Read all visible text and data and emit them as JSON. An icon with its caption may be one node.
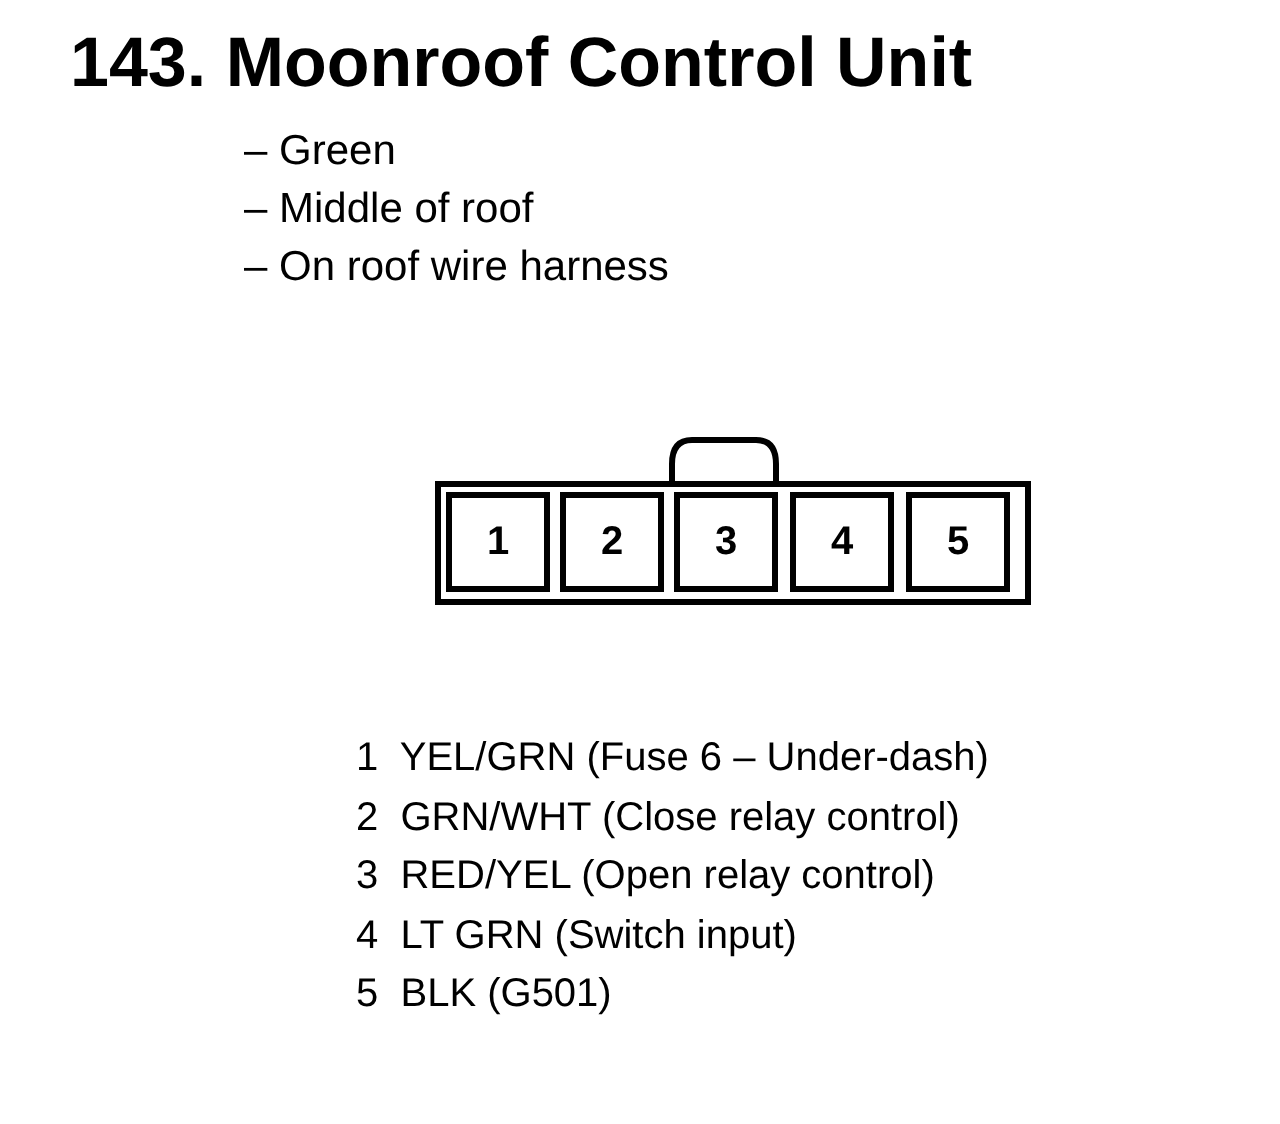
{
  "diagram": {
    "title": "143. Moonroof Control Unit",
    "nodes": [
      {
        "text": [
          "1"
        ]
      },
      {
        "text": [
          "2"
        ]
      },
      {
        "text": [
          "3"
        ]
      },
      {
        "text": [
          "4"
        ]
      },
      {
        "text": [
          "5"
        ]
      }
    ],
    "labels": [
      "– Green",
      "– Middle of roof",
      "– On roof wire harness",
      "1  YEL/GRN (Fuse 6 – Under-dash)",
      "2  GRN/WHT (Close relay control)",
      "3  RED/YEL (Open relay control)",
      "4  LT GRN (Switch input)",
      "5  BLK (G501)"
    ]
  }
}
